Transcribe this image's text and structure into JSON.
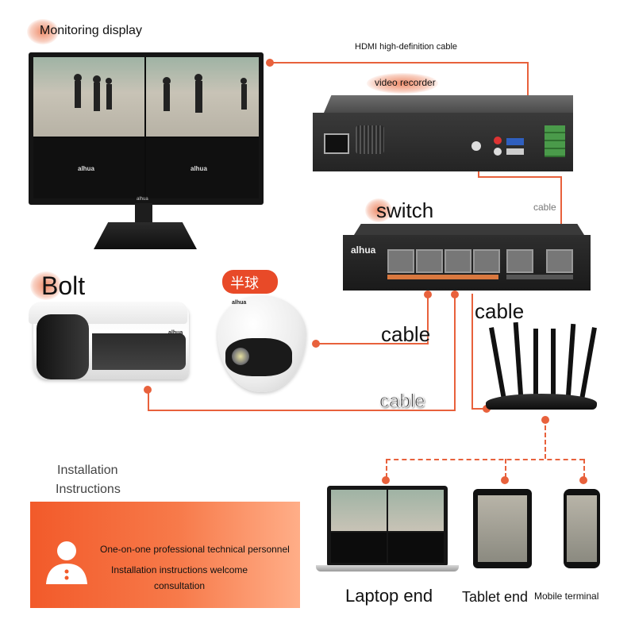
{
  "labels": {
    "monitoring_display": "Monitoring display",
    "hdmi_cable": "HDMI high-definition cable",
    "video_recorder": "video recorder",
    "switch": "switch",
    "cable_switch": "cable",
    "bolt": "Bolt",
    "dome": "半球",
    "cable_dome": "cable",
    "cable_router": "cable",
    "cable_bolt": "cable",
    "installation_instructions_line1": "Installation",
    "installation_instructions_line2": "Instructions",
    "banner_line1": "One-on-one professional technical personnel",
    "banner_line2": "Installation instructions welcome",
    "banner_line3": "consultation",
    "laptop_end": "Laptop end",
    "tablet_end": "Tablet end",
    "mobile_terminal": "Mobile terminal"
  },
  "brand": {
    "logo": "alhua"
  },
  "colors": {
    "accent": "#e8613c",
    "banner_start": "#f25a2a",
    "banner_end": "#ff9a6b"
  },
  "icons": [
    "person-icon"
  ]
}
